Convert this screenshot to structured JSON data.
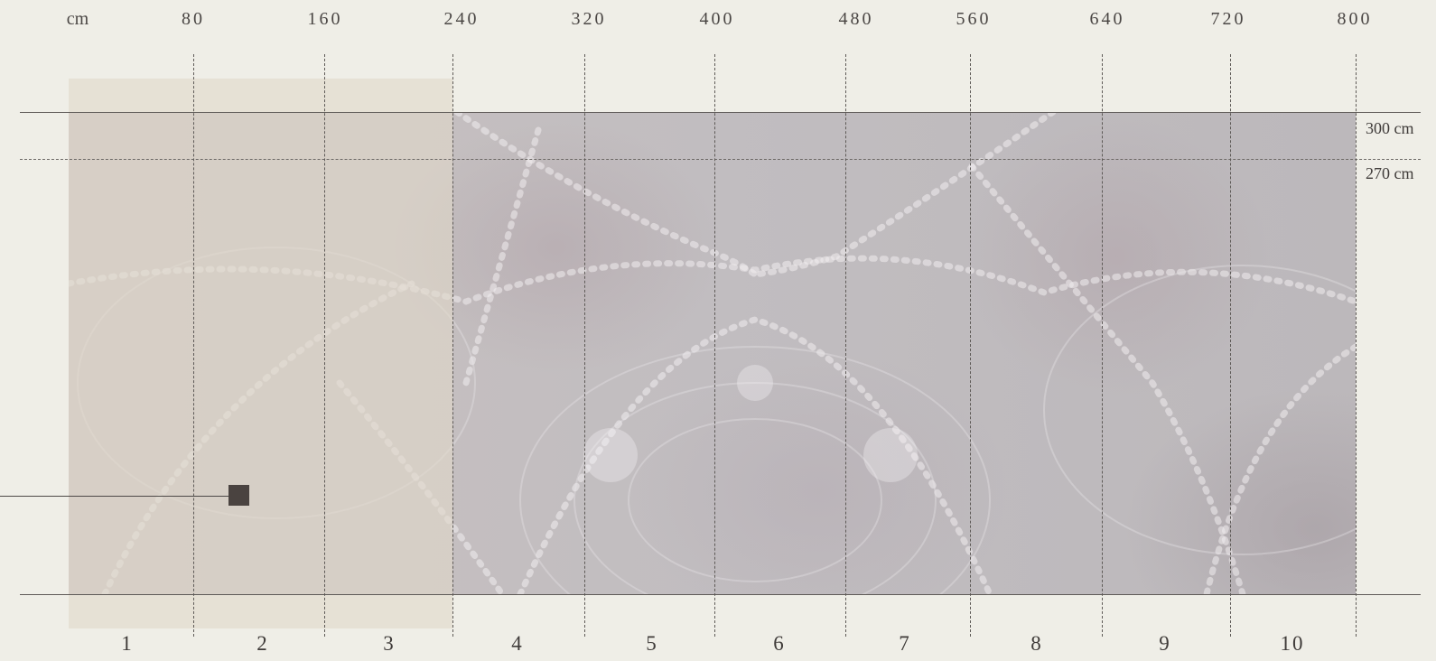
{
  "ruler": {
    "unit_label": "cm",
    "ticks": [
      "80",
      "160",
      "240",
      "320",
      "400",
      "480",
      "560",
      "640",
      "720",
      "800"
    ]
  },
  "heights": {
    "total": "300 cm",
    "secondary": "270 cm"
  },
  "panels": [
    "1",
    "2",
    "3",
    "4",
    "5",
    "6",
    "7",
    "8",
    "9",
    "10"
  ],
  "colors": {
    "background": "#efeee7",
    "left_block": "#e0d9ca",
    "marker": "#4a4340",
    "lines": "#5e5a57"
  },
  "marker_icon": "square-marker-icon"
}
